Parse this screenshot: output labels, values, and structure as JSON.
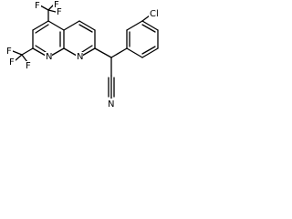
{
  "structure": {
    "atoms": {
      "f_top_1": "F",
      "f_top_2": "F",
      "f_top_3": "F",
      "f_left_1": "F",
      "f_left_2": "F",
      "f_left_3": "F",
      "n_ring_1": "N",
      "n_ring_2": "N",
      "cl": "Cl",
      "n_nitrile": "N"
    }
  }
}
